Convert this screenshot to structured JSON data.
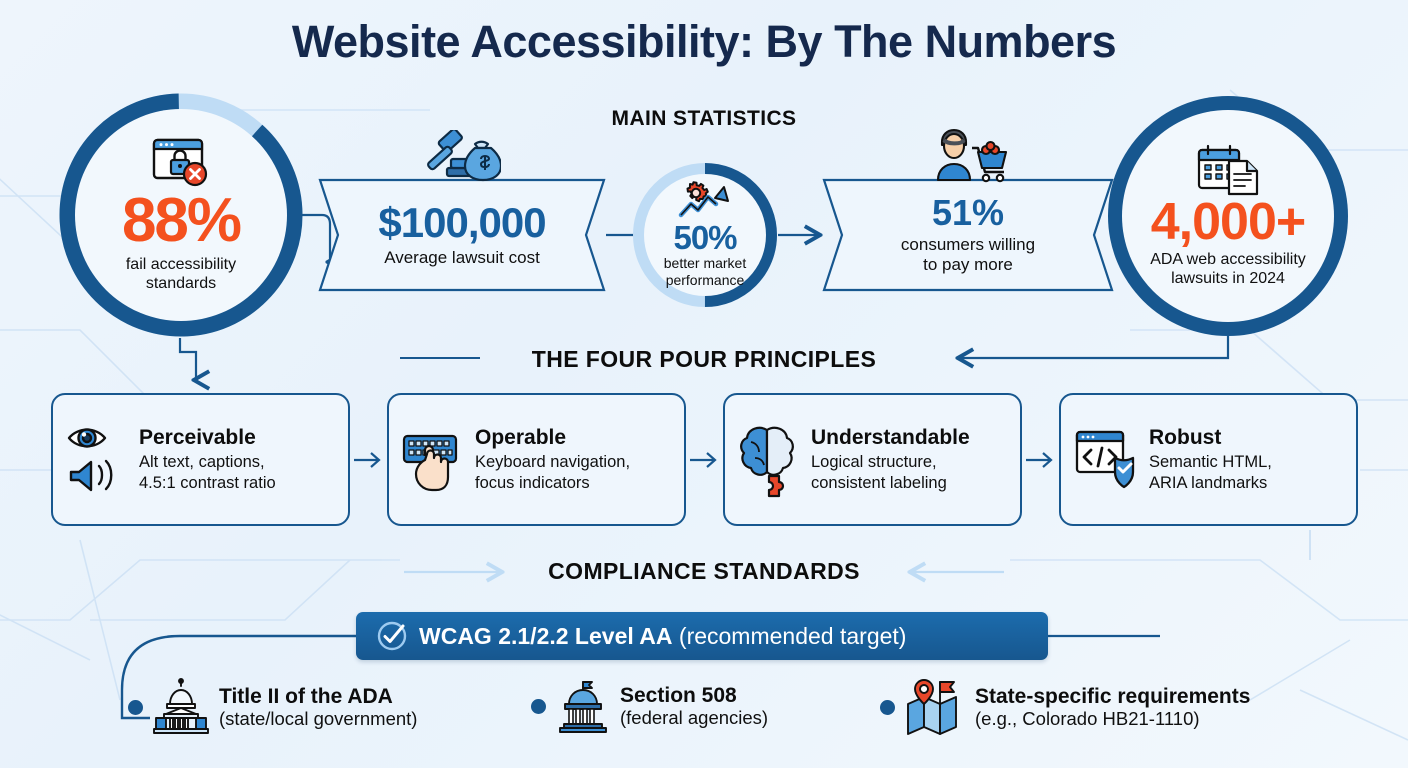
{
  "title": "Website Accessibility: By The Numbers",
  "colors": {
    "brand_blue": "#17578f",
    "accent_orange": "#f4511e",
    "light_blue": "#bfdcf5",
    "background": "#eef5fc",
    "stat_blue": "#18609f"
  },
  "sections": {
    "main_statistics": "MAIN STATISTICS",
    "four_pour": "THE FOUR POUR PRINCIPLES",
    "compliance": "COMPLIANCE STANDARDS"
  },
  "stats": [
    {
      "id": "stat-88",
      "shape": "donut",
      "value": "88%",
      "caption": "fail accessibility\nstandards",
      "caption_line1": "fail accessibility",
      "caption_line2": "standards",
      "icon": "browser-lock-error-icon",
      "percent_filled": 88,
      "value_color": "#f4511e"
    },
    {
      "id": "stat-100k",
      "shape": "ribbon",
      "value": "$100,000",
      "caption": "Average lawsuit cost",
      "icon": "gavel-money-bag-icon",
      "value_color": "#18609f"
    },
    {
      "id": "stat-50",
      "shape": "donut",
      "value": "50%",
      "caption_line1": "better market",
      "caption_line2": "performance",
      "icon": "gear-growth-arrow-icon",
      "percent_filled": 50,
      "value_color": "#18609f"
    },
    {
      "id": "stat-51",
      "shape": "ribbon",
      "value": "51%",
      "caption_line1": "consumers willing",
      "caption_line2": "to pay more",
      "icon": "shopper-cart-icon",
      "value_color": "#18609f"
    },
    {
      "id": "stat-4000",
      "shape": "donut",
      "value": "4,000+",
      "caption_line1": "ADA web accessibility",
      "caption_line2": "lawsuits in 2024",
      "icon": "calendar-document-icon",
      "percent_filled": 100,
      "value_color": "#f4511e"
    }
  ],
  "pour_principles": [
    {
      "title": "Perceivable",
      "desc_line1": "Alt text, captions,",
      "desc_line2": "4.5:1 contrast ratio",
      "icon": "eye-speaker-icon"
    },
    {
      "title": "Operable",
      "desc_line1": "Keyboard navigation,",
      "desc_line2": "focus indicators",
      "icon": "keyboard-hand-icon"
    },
    {
      "title": "Understandable",
      "desc_line1": "Logical structure,",
      "desc_line2": "consistent labeling",
      "icon": "brain-puzzle-icon"
    },
    {
      "title": "Robust",
      "desc_line1": "Semantic HTML,",
      "desc_line2": "ARIA landmarks",
      "icon": "code-browser-shield-icon"
    }
  ],
  "wcag_banner": {
    "main": "WCAG 2.1/2.2 Level AA",
    "sub": "(recommended target)",
    "icon": "check-circle-icon"
  },
  "compliance_items": [
    {
      "title": "Title II of the ADA",
      "sub": "(state/local government)",
      "icon": "capitol-building-icon"
    },
    {
      "title": "Section 508",
      "sub": "(federal agencies)",
      "icon": "government-building-flag-icon"
    },
    {
      "title": "State-specific requirements",
      "sub": "(e.g., Colorado HB21-1110)",
      "icon": "map-pin-flag-icon"
    }
  ]
}
